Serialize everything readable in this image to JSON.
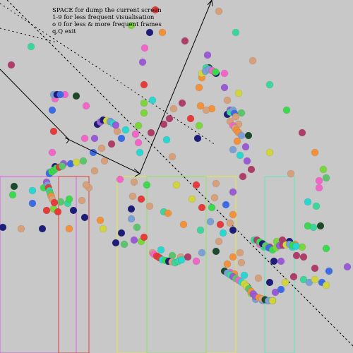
{
  "window": {
    "background": "#c8c8c8"
  },
  "help": {
    "lines": [
      "SPACE  for dump the current screen",
      "1-9  for less frequent visualisation",
      "o 0  for less & more frequent frames",
      "q,Q  exit"
    ]
  },
  "palette": [
    "#e63b3b",
    "#3bd94f",
    "#3d6be6",
    "#1e1e7a",
    "#7ad63a",
    "#f266c8",
    "#2ad6d0",
    "#d0d63a",
    "#b03c6a",
    "#5ac56a",
    "#9b5ad6",
    "#f2913a",
    "#3ad69b",
    "#1c4a2a",
    "#d6a07a",
    "#7aa0d6"
  ],
  "lines_colors": {
    "arrows": "#000000",
    "dashed": "#000000"
  },
  "region_colors": [
    "#e05cf0",
    "#e03c3c",
    "#e8e840",
    "#8ce85c",
    "#5ce8b8"
  ]
}
